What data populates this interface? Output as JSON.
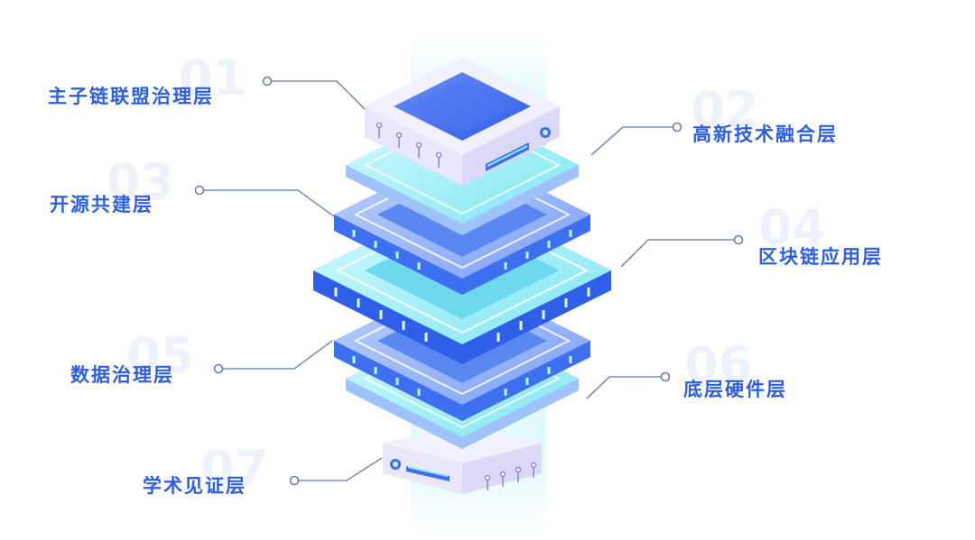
{
  "layers": [
    {
      "number": "01",
      "label": "主子链联盟治理层"
    },
    {
      "number": "02",
      "label": "高新技术融合层"
    },
    {
      "number": "03",
      "label": "开源共建层"
    },
    {
      "number": "04",
      "label": "区块链应用层"
    },
    {
      "number": "05",
      "label": "数据治理层"
    },
    {
      "number": "06",
      "label": "底层硬件层"
    },
    {
      "number": "07",
      "label": "学术见证层"
    }
  ],
  "colors": {
    "label": "#2e5fe0",
    "number_watermark": "#eef2fa",
    "connector": "#7a8fb8",
    "deck_blue": "#3d6ff0",
    "deck_cyan": "#8feef5",
    "server_lavender": "#e6e4fb"
  },
  "icons": [
    "server-top-icon",
    "server-bottom-icon"
  ]
}
